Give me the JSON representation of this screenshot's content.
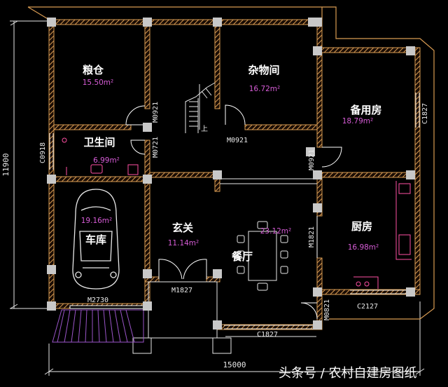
{
  "rooms": {
    "granary": {
      "name": "粮仓",
      "area": "15.50m²"
    },
    "storage": {
      "name": "杂物间",
      "area": "16.72m²"
    },
    "spare": {
      "name": "备用房",
      "area": "18.79m²"
    },
    "bathroom": {
      "name": "卫生间",
      "area": "6.99m²"
    },
    "garage": {
      "name": "车库",
      "area": "19.16m²"
    },
    "foyer": {
      "name": "玄关",
      "area": "11.14m²"
    },
    "dining": {
      "name": "餐厅",
      "area": "23.12m²"
    },
    "kitchen": {
      "name": "厨房",
      "area": "16.98m²"
    }
  },
  "door_labels": {
    "m0921_granary": "M0921",
    "m0721_bath": "M0721",
    "m0921_storage": "M0921",
    "m0921_spare": "M0921",
    "c0918_bath": "C0918",
    "c1827_spare": "C1827",
    "m1821_kitchen": "M1821",
    "m1827_foyer": "M1827",
    "m2730_garage": "M2730",
    "m0821_back": "M0821",
    "c2127_kitchen": "C2127",
    "c1827_dining": "C1827"
  },
  "dimensions": {
    "width": "15000",
    "height": "11900"
  },
  "stair": {
    "up_mark": "上"
  },
  "watermark": {
    "text": "头条号 / 农村自建房图纸"
  },
  "colors": {
    "background": "#000000",
    "wall": "#d89b52",
    "column": "#c8c8c8",
    "room_name": "#ffffff",
    "area_text": "#d65cd6",
    "door_line": "#ffffff",
    "dim_line": "#e8e8e8",
    "fixture": "#ff4fa3"
  }
}
